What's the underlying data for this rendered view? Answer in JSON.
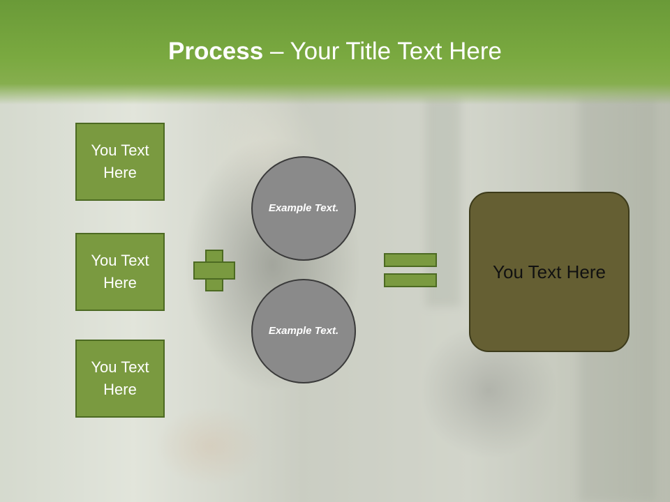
{
  "slide": {
    "title_bold": "Process",
    "title_rest": " – Your Title Text Here",
    "left_boxes": [
      "You Text Here",
      "You Text Here",
      "You Text Here"
    ],
    "circles": [
      "Example Text.",
      "Example Text."
    ],
    "result_text": "You Text Here"
  },
  "colors": {
    "header_green": "#7aa940",
    "box_green": "#7a9a40",
    "circle_gray": "#8a8a8a",
    "result_olive": "#655f33"
  },
  "icons": [
    "plus-icon",
    "equals-icon"
  ]
}
